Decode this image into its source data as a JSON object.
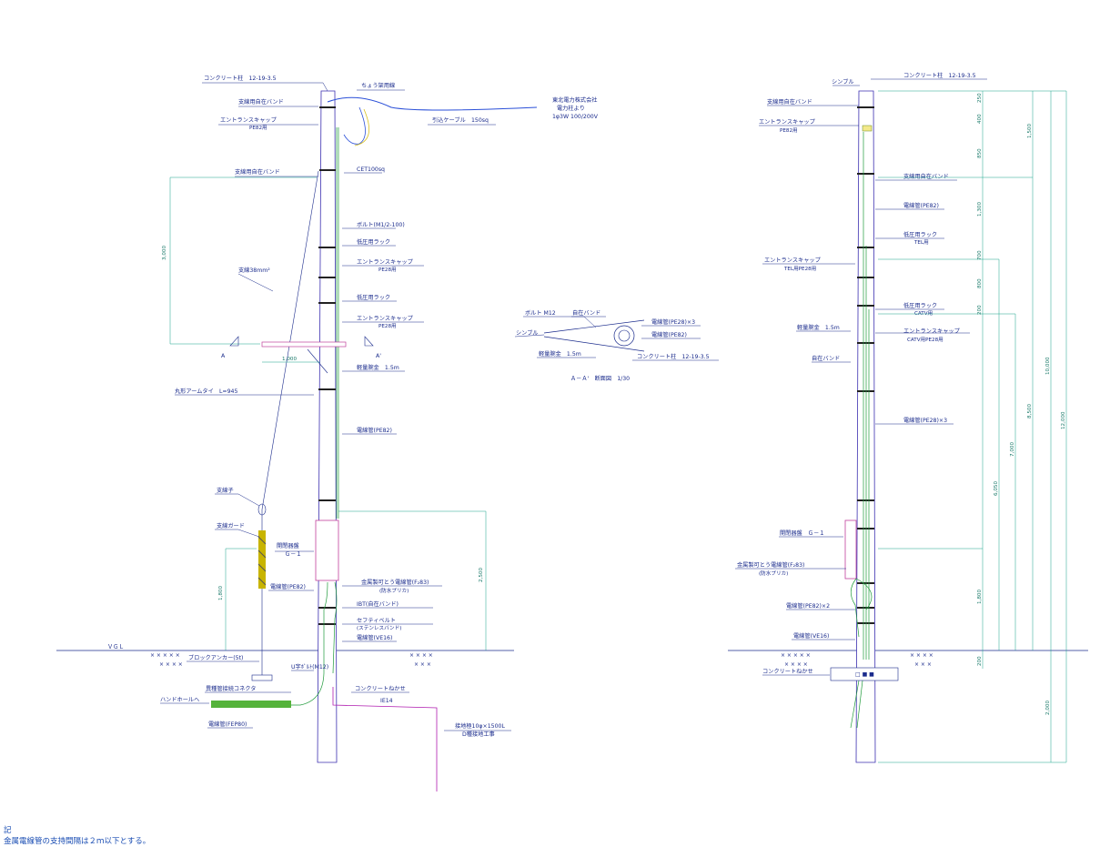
{
  "left_view": {
    "pole_label": "コンクリート柱　12-19-3.5",
    "guy_band_top": "支線用自在バンド",
    "entrance_cap_top": "エントランスキャップ",
    "entrance_cap_top_sub": "PE82用",
    "guy_band_mid": "支線用自在バンド",
    "guy_wire": "支線38mm²",
    "messenger": "ちょう架用線",
    "tohoku_1": "東北電力株式会社",
    "tohoku_2": "電力柱より",
    "tohoku_3": "1φ3W 100/200V",
    "lead_cable": "引込ケーブル　150sq",
    "cet": "CET100sq",
    "bolt": "ボルト(M1/2-100)",
    "lv_rack_1": "低圧用ラック",
    "entrance_cap_2": "エントランスキャップ",
    "entrance_cap_2_sub": "PE28用",
    "lv_rack_2": "低圧用ラック",
    "entrance_cap_3": "エントランスキャップ",
    "entrance_cap_3_sub": "PE28用",
    "section_a": "A",
    "section_a2": "A'",
    "dim_1000": "1,000",
    "dim_3000": "3,000",
    "light_arm": "軽量腕金　1.5m",
    "arm_tie": "丸形アームタイ　L=945",
    "conduit_pe82": "電線管(PE82)",
    "guy_insulator": "支線子",
    "guy_guard": "支線ガード",
    "switchgear": "開閉器盤",
    "switchgear_id": "Ｇ－１",
    "flex_conduit": "金属製可とう電線管(F₂83)",
    "flex_conduit_sub": "(防水プリカ)",
    "conduit_pe82_b": "電線管(PE82)",
    "ibt": "IBT(自在バンド)",
    "safety_belt": "セフティベルト",
    "safety_belt_sub": "(ステンレスバンド)",
    "conduit_ve16": "電線管(VE16)",
    "gl": "ＶＧＬ",
    "block_anchor": "ブロックアンカー(5t)",
    "u_bolt": "U字ﾎﾞﾙﾄ(M12)",
    "connector": "異種管接続コネクタ",
    "handhole": "ハンドホールへ",
    "conduit_fep80": "電線管(FEP80)",
    "concrete_base": "コンクリートねかせ",
    "ie14": "IE14",
    "earth_1": "接地極10φ×1500L",
    "earth_2": "D種接地工事",
    "dim_1800": "1,800",
    "dim_2500": "2,500"
  },
  "section_view": {
    "bolt": "ボルト M12",
    "band": "自在バンド",
    "thimble": "シンブル",
    "arm": "軽量腕金　1.5m",
    "c1": "電線管(PE28)×3",
    "c2": "電線管(PE82)",
    "pole": "コンクリート柱　12-19-3.5",
    "title": "Ａ－Ａ'　断面図　1/30"
  },
  "right_view": {
    "pole_label": "コンクリート柱　12-19-3.5",
    "thimble": "シンブル",
    "guy_band_top": "支線用自在バンド",
    "entrance_cap": "エントランスキャップ",
    "entrance_cap_sub": "PE82用",
    "guy_band_mid": "支線用自在バンド",
    "conduit_pe82": "電線管(PE82)",
    "lv_rack_tel": "低圧用ラック",
    "lv_rack_tel_sub": "TEL用",
    "entrance_cap_tel": "エントランスキャップ",
    "entrance_cap_tel_sub": "TEL用PE28用",
    "lv_rack_catv": "低圧用ラック",
    "lv_rack_catv_sub": "CATV用",
    "entrance_cap_catv": "エントランスキャップ",
    "entrance_cap_catv_sub": "CATV用PE28用",
    "light_arm": "軽量腕金　1.5m",
    "band": "自在バンド",
    "conduit_pe28x3": "電線管(PE28)×3",
    "switchgear": "開閉器盤　Ｇ－１",
    "flex_conduit": "金属製可とう電線管(F₂83)",
    "flex_conduit_sub": "(防水プリカ)",
    "conduit_pe82x2": "電線管(PE82)×2",
    "conduit_ve16": "電線管(VE16)",
    "concrete_base": "コンクリートねかせ",
    "dims_col1": [
      "250",
      "400",
      "850",
      "1,300",
      "700",
      "800",
      "200"
    ],
    "dims_col2": [
      "1,500",
      "8,500",
      "7,000",
      "6,050",
      "1,800",
      "200",
      "2,000"
    ],
    "dims_col3": [
      "10,000",
      "12,000"
    ]
  },
  "notes": {
    "heading": "記",
    "line1": "金属電線管の支持間隔は２ｍ以下とする。"
  }
}
